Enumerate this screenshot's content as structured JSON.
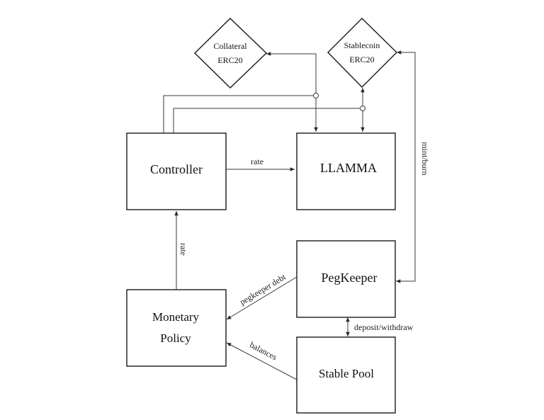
{
  "nodes": {
    "controller": "Controller",
    "llamma": "LLAMMA",
    "pegkeeper": "PegKeeper",
    "monetary_policy_line1": "Monetary",
    "monetary_policy_line2": "Policy",
    "stable_pool": "Stable Pool",
    "collateral_line1": "Collateral",
    "collateral_line2": "ERC20",
    "stablecoin_line1": "Stablecoin",
    "stablecoin_line2": "ERC20"
  },
  "edges": {
    "controller_to_llamma": "rate",
    "policy_to_controller": "rate",
    "mint_burn": "mint/burn",
    "pegkeeper_debt": "pegkeeper debt",
    "balances": "balances",
    "deposit_withdraw": "deposit/withdraw"
  }
}
